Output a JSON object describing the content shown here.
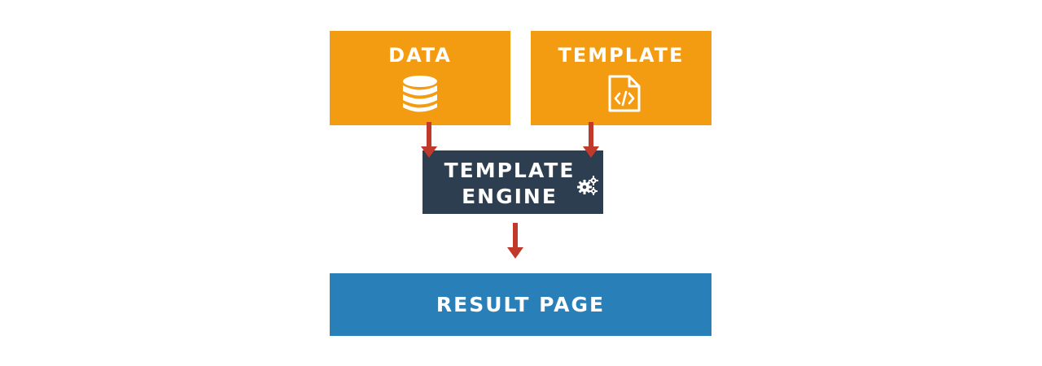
{
  "diagram": {
    "data_box": {
      "label": "DATA",
      "icon": "database-icon",
      "color": "#f39c12"
    },
    "template_box": {
      "label": "TEMPLATE",
      "icon": "code-file-icon",
      "color": "#f39c12"
    },
    "engine_box": {
      "line1": "TEMPLATE",
      "line2": "ENGINE",
      "icon": "gears-icon",
      "color": "#2c3e50"
    },
    "result_box": {
      "label": "RESULT PAGE",
      "color": "#2980b9"
    },
    "arrow_color": "#c0392b"
  }
}
